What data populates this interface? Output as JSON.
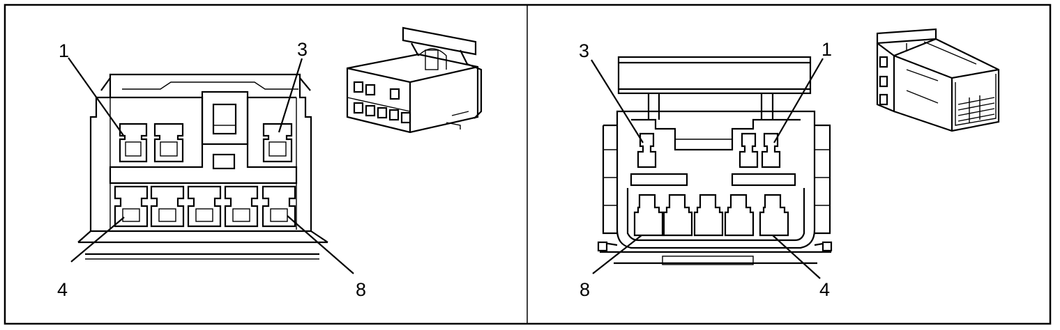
{
  "colors": {
    "stroke": "#000000",
    "background": "#ffffff"
  },
  "panels": [
    {
      "view": "female-connector-face",
      "pin_callouts": {
        "top_left": "1",
        "top_right": "3",
        "bottom_left": "4",
        "bottom_right": "8"
      }
    },
    {
      "view": "male-connector-face",
      "pin_callouts": {
        "top_left": "3",
        "top_right": "1",
        "bottom_left": "8",
        "bottom_right": "4"
      }
    }
  ]
}
